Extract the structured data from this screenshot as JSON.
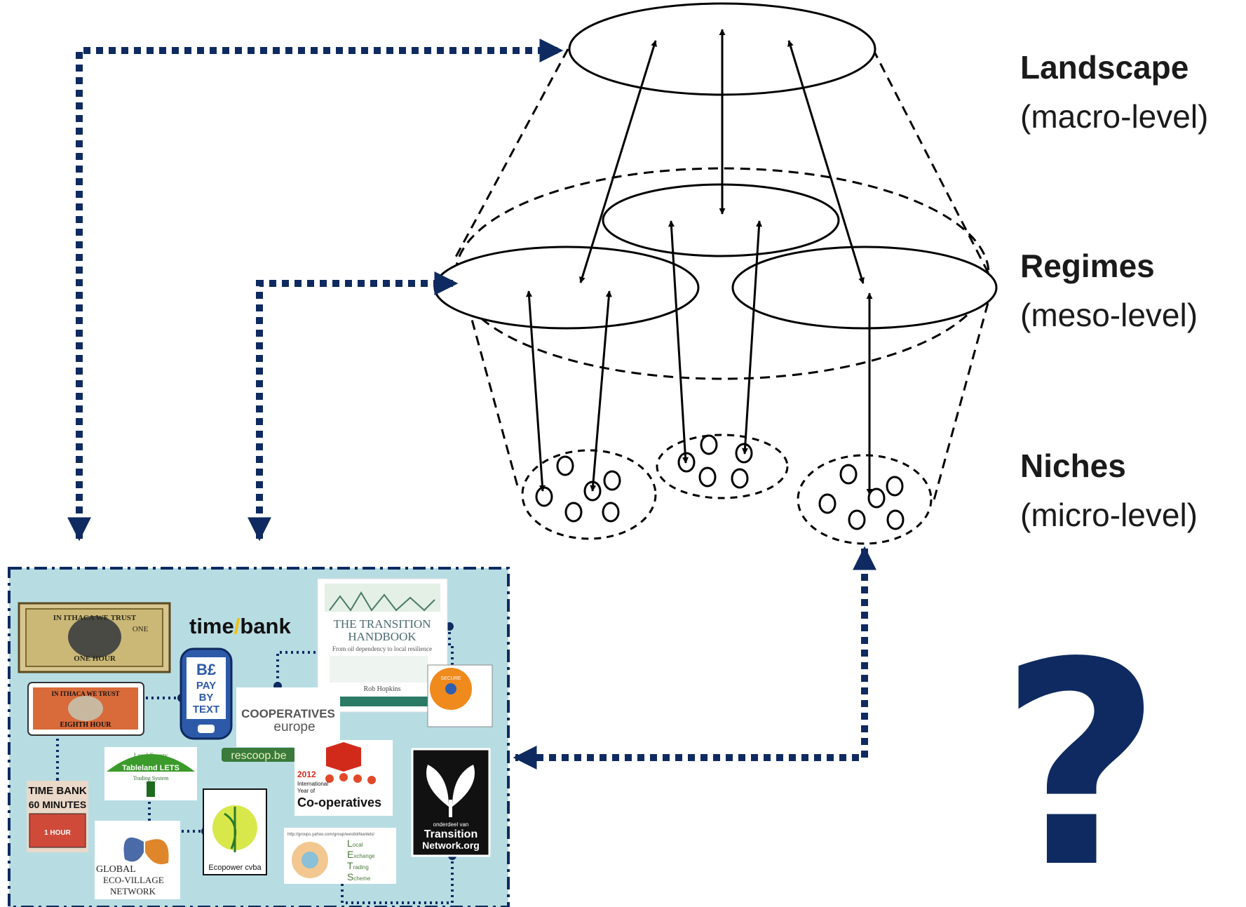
{
  "levels": {
    "landscape": {
      "title": "Landscape",
      "subtitle": "(macro-level)"
    },
    "regimes": {
      "title": "Regimes",
      "subtitle": "(meso-level)"
    },
    "niches": {
      "title": "Niches",
      "subtitle": "(micro-level)"
    }
  },
  "question_mark": "?",
  "colors": {
    "connector": "#0e2a60",
    "panel_bg": "#b7dde3",
    "panel_border": "#0e2a60",
    "question": "#0e2a60"
  },
  "logos": {
    "ithaca_hour": {
      "top": "IN ITHACA WE TRUST",
      "bottom": "ONE HOUR",
      "one": "ONE"
    },
    "ithaca_eighth": {
      "top": "IN ITHACA WE TRUST",
      "bottom": "EIGHTH HOUR"
    },
    "timebank": {
      "left": "time",
      "slash": "/",
      "right": "bank"
    },
    "pay_by_text": {
      "line1": "B£",
      "line2": "PAY",
      "line3": "BY",
      "line4": "TEXT"
    },
    "transition_handbook": {
      "line1": "THE TRANSITION",
      "line2": "HANDBOOK",
      "line3": "From oil dependency to local resilience",
      "author": "Rob Hopkins"
    },
    "secure": {
      "label": "SECURE"
    },
    "coops_europe": {
      "line1": "COOPERATIVES",
      "line2": "europe"
    },
    "rescoop": {
      "label": "rescoop.be"
    },
    "tableland_lets": {
      "line1": "Local Energy",
      "line2": "Tableland LETS",
      "line3": "Trading System"
    },
    "timebank_60": {
      "line1": "TIME BANK",
      "line2": "60 MINUTES",
      "line3": "1 HOUR"
    },
    "year_coops": {
      "year": "2012",
      "line1": "International",
      "line2": "Year of",
      "line3": "Co-operatives"
    },
    "transition_network": {
      "line1": "onderdeel van",
      "line2": "Transition",
      "line3": "Network.org"
    },
    "ecopower": {
      "label": "Ecopower cvba"
    },
    "global_ecovillage": {
      "line1": "GLOBAL",
      "line2": "ECO-VILLAGE",
      "line3": "NETWORK"
    },
    "lets": {
      "url": "http://groups.yahoo.com/group/westlothianlets/",
      "l1": "L",
      "l1b": "ocal",
      "l2": "E",
      "l2b": "xchange",
      "l3": "T",
      "l3b": "rading",
      "l4": "S",
      "l4b": "cheme"
    }
  }
}
